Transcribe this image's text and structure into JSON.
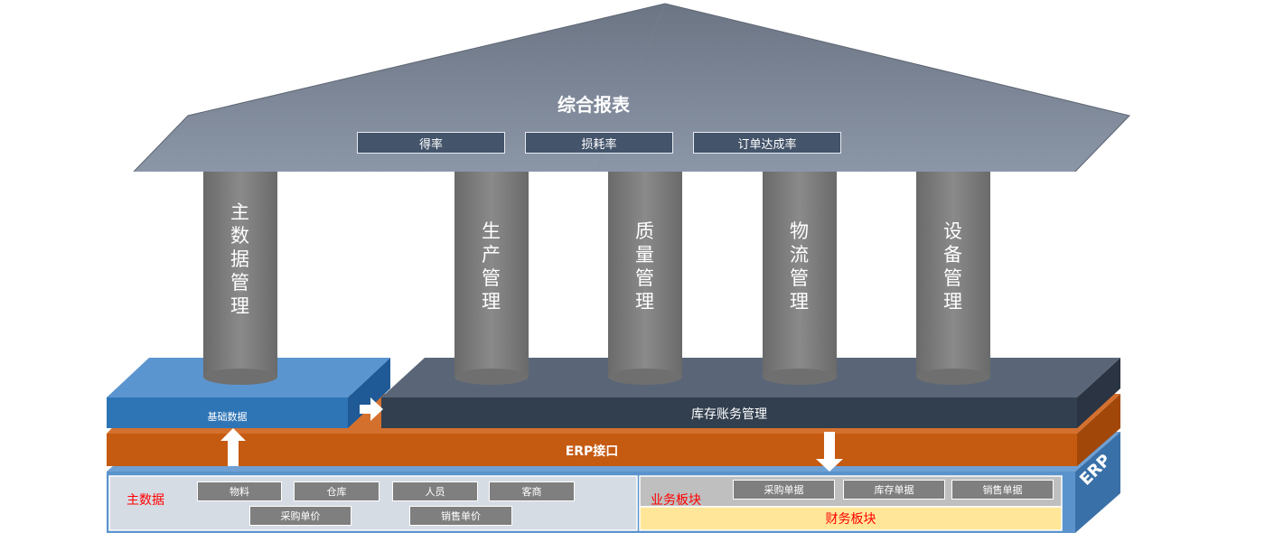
{
  "roof": {
    "title": "综合报表",
    "kpis": [
      "得率",
      "损耗率",
      "订单达成率"
    ]
  },
  "pillars": [
    {
      "label": "主数据管理"
    },
    {
      "label": "生产管理"
    },
    {
      "label": "质量管理"
    },
    {
      "label": "物流管理"
    },
    {
      "label": "设备管理"
    }
  ],
  "platforms": {
    "base_data": "基础数据",
    "inventory": "库存账务管理",
    "erp_interface": "ERP接口",
    "erp_side": "ERP"
  },
  "erp_panel": {
    "master_data": {
      "label": "主数据",
      "items_row1": [
        "物料",
        "仓库",
        "人员",
        "客商"
      ],
      "items_row2": [
        "采购单价",
        "销售单价"
      ]
    },
    "business": {
      "label": "业务板块",
      "items": [
        "采购单据",
        "库存单据",
        "销售单据"
      ]
    },
    "finance": {
      "label": "财务板块"
    }
  },
  "colors": {
    "roof_light": "#8a95a6",
    "roof_dark": "#6f7887",
    "kpi_box": "#44546a",
    "pillar": "#7f7f7f",
    "base_blue": "#2e75b6",
    "inventory_dark": "#323f4f",
    "erp_orange": "#c55a11",
    "erp_panel_blue": "#4f8ac4",
    "finance_yellow": "#ffe699",
    "red_text": "#ff0000"
  }
}
